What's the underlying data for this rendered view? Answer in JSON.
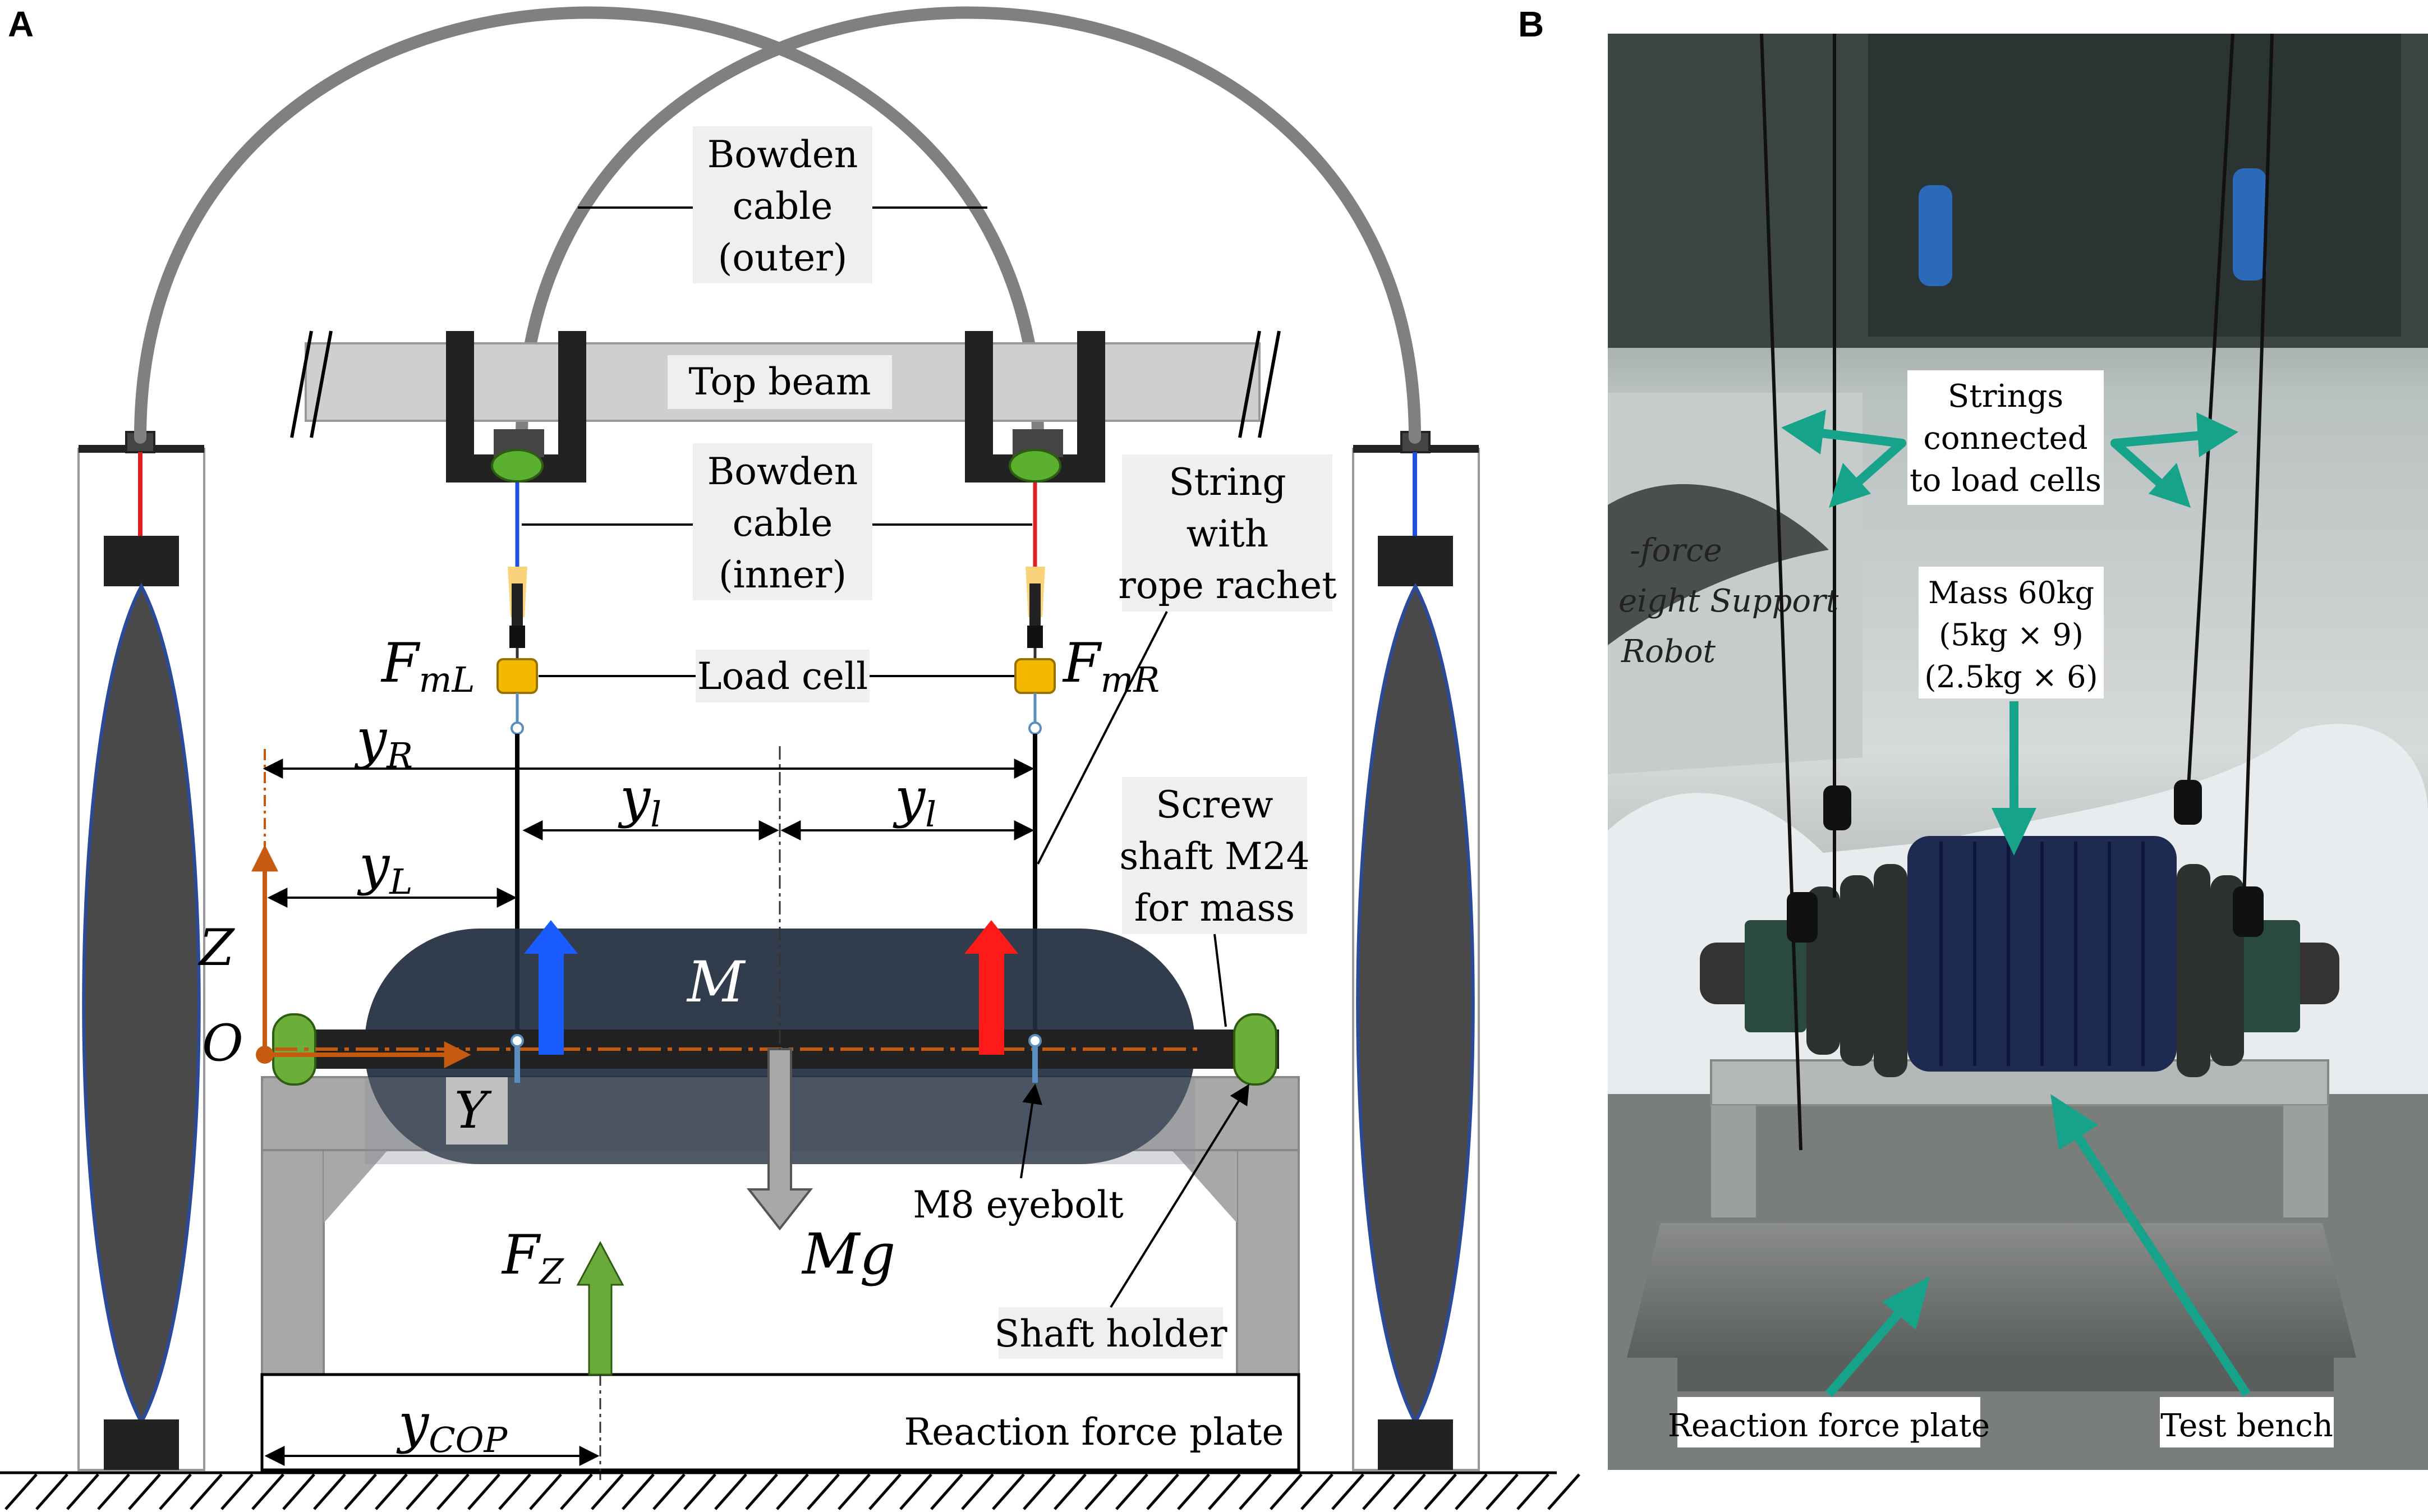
{
  "panels": {
    "a": "A",
    "b": "B"
  },
  "diagram": {
    "bowden_outer": [
      "Bowden",
      "cable",
      "(outer)"
    ],
    "top_beam": "Top beam",
    "bowden_inner": [
      "Bowden",
      "cable",
      "(inner)"
    ],
    "string_label": [
      "String",
      "with",
      "rope rachet"
    ],
    "load_cell": "Load cell",
    "f_ml": {
      "base": "F",
      "sub": "mL"
    },
    "f_mr": {
      "base": "F",
      "sub": "mR"
    },
    "y_r": {
      "base": "y",
      "sub": "R"
    },
    "y_l_big": {
      "base": "y",
      "sub": "L"
    },
    "y_l_small": {
      "base": "y",
      "sub": "l"
    },
    "screw_label": [
      "Screw",
      "shaft M24",
      "for mass"
    ],
    "axis_z": "Z",
    "axis_o": "O",
    "axis_y": "Y",
    "mass": "M",
    "mg": "Mg",
    "eyebolt": "M8 eyebolt",
    "f_z": {
      "base": "F",
      "sub": "Z"
    },
    "shaft_holder": "Shaft holder",
    "y_cop": {
      "base": "y",
      "sub": "COP"
    },
    "plate": "Reaction force plate"
  },
  "photo": {
    "strings": [
      "Strings",
      "connected",
      "to load cells"
    ],
    "mass": [
      "Mass 60kg",
      "(5kg × 9)",
      "(2.5kg × 6)"
    ],
    "plate": "Reaction force plate",
    "bench": "Test bench",
    "banner": [
      "-force",
      "eight Support",
      "Robot"
    ]
  },
  "colors": {
    "teal": "#16a38a",
    "blue_arrow": "#1a5cff",
    "red_arrow": "#ff1a1a",
    "orange_axis": "#c65a11",
    "green_arrow": "#6aaa3a",
    "mass_body": "#1f2b3e"
  }
}
